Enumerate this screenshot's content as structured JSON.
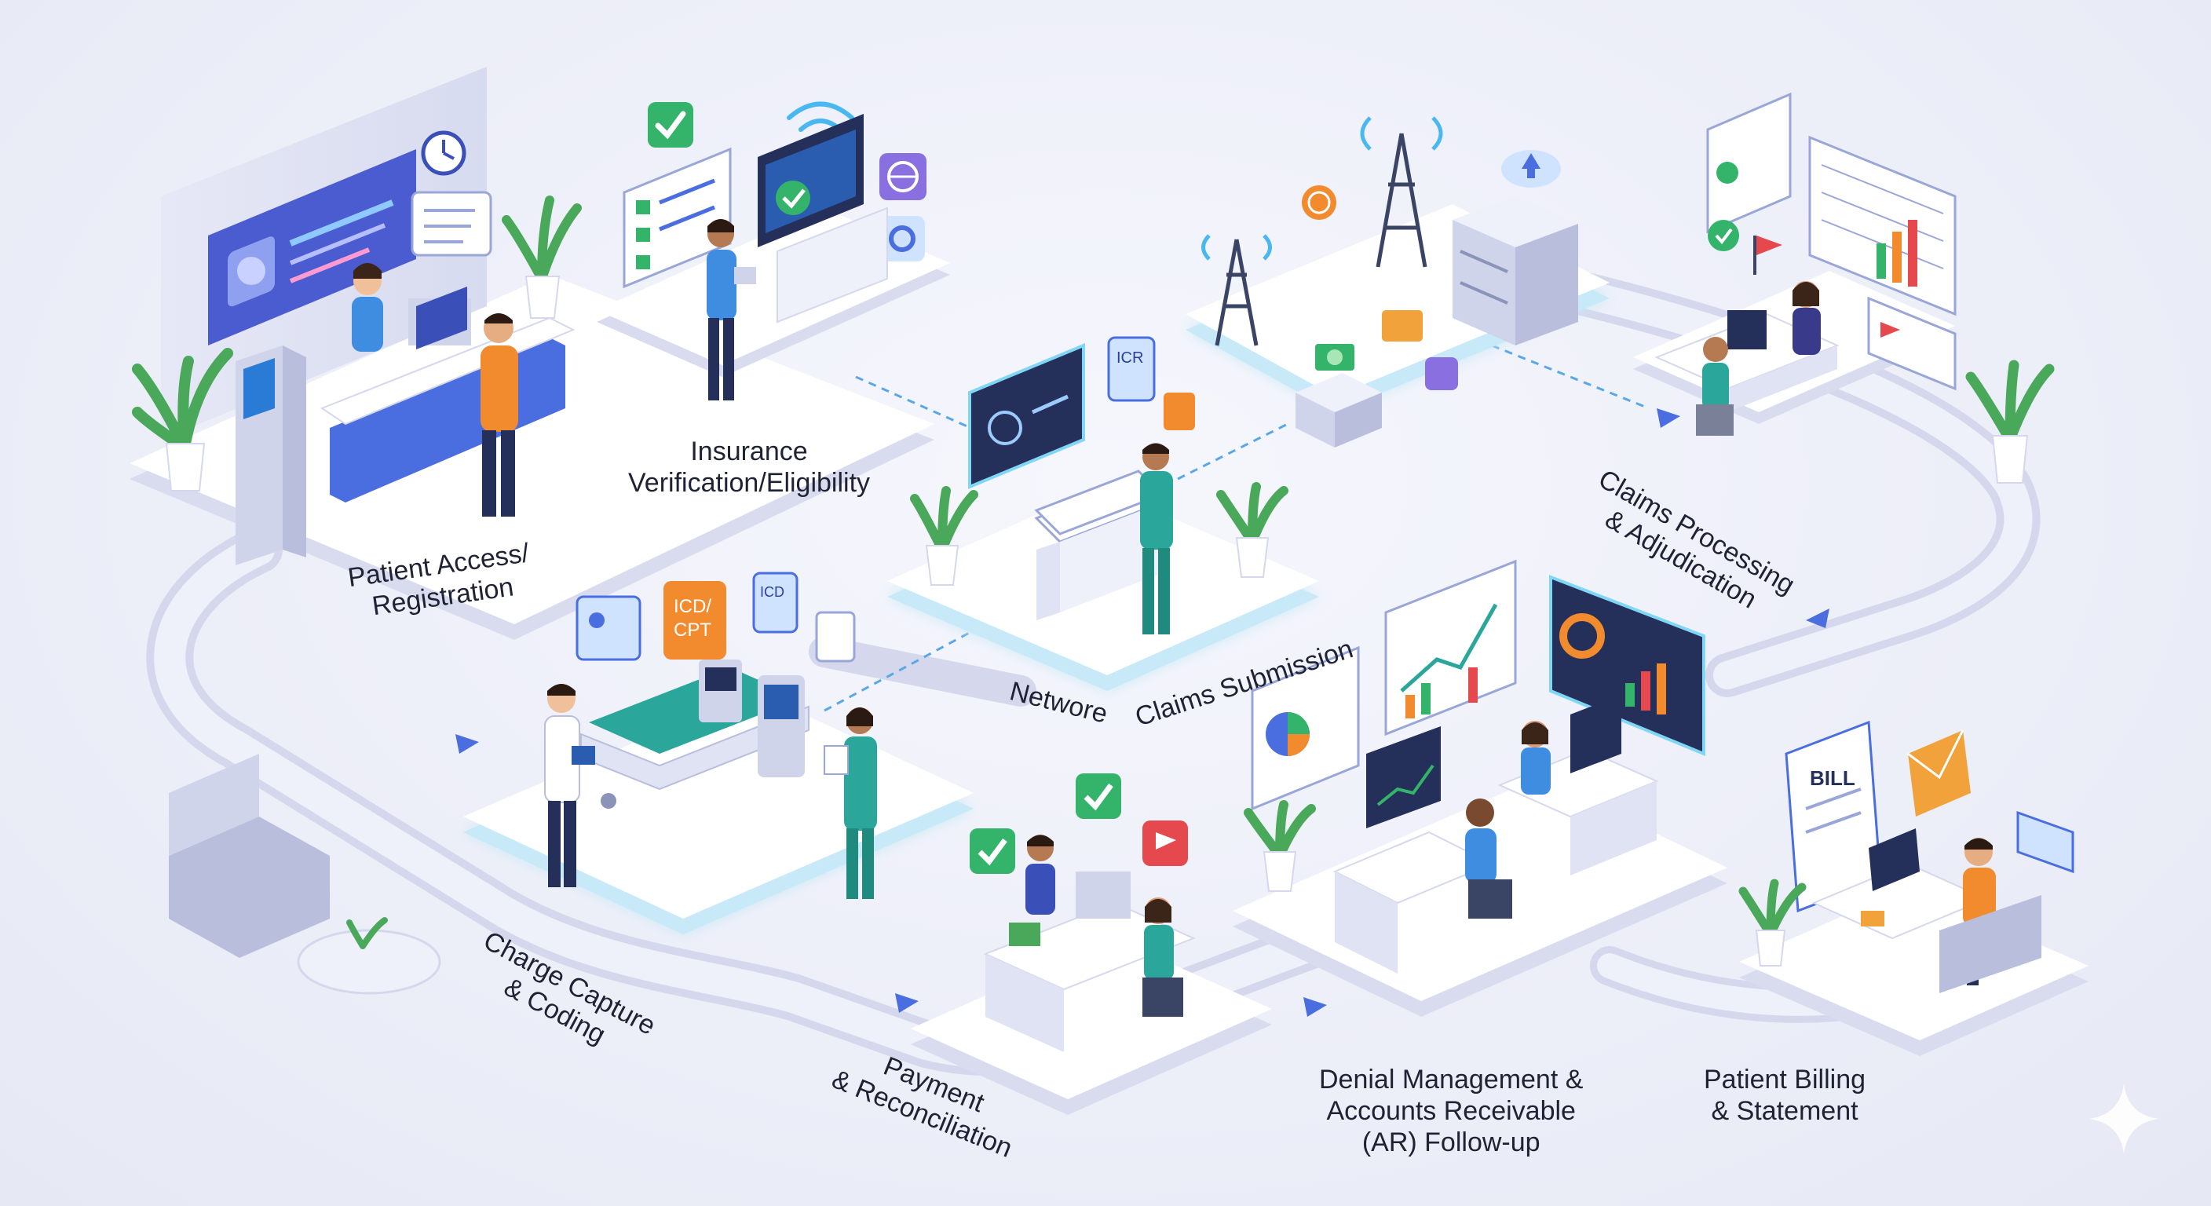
{
  "stages": {
    "patient_access": {
      "line1": "Patient Access/",
      "line2": "Registration"
    },
    "insurance": {
      "line1": "Insurance",
      "line2": "Verification/Eligibility"
    },
    "network": {
      "label": "Networe"
    },
    "claims_submission": {
      "label": "Claims Submission"
    },
    "claims_processing": {
      "line1": "Claims Processing",
      "line2": "& Adjudication"
    },
    "charge_capture": {
      "line1": "Charge Capture",
      "line2": "& Coding"
    },
    "payment": {
      "line1": "Payment",
      "line2": "& Reconciliation"
    },
    "denial": {
      "line1": "Denial Management &",
      "line2": "Accounts Receivable",
      "line3": "(AR) Follow-up"
    },
    "patient_billing": {
      "line1": "Patient Billing",
      "line2": "& Statement"
    }
  },
  "badges": {
    "icd_cpt_1": "ICD/",
    "icd_cpt_2": "CPT",
    "icd": "ICD",
    "icr": "ICR",
    "bill": "BILL"
  },
  "colors": {
    "platform": "#ffffff",
    "glow": "#7fd7f5",
    "path": "#d5d8ec",
    "accent_blue": "#4a6ee0",
    "accent_green": "#34b36a",
    "accent_orange": "#f28a2e",
    "accent_purple": "#8a6fe0",
    "accent_red": "#e5484d",
    "scrub_teal": "#2aa79a"
  }
}
